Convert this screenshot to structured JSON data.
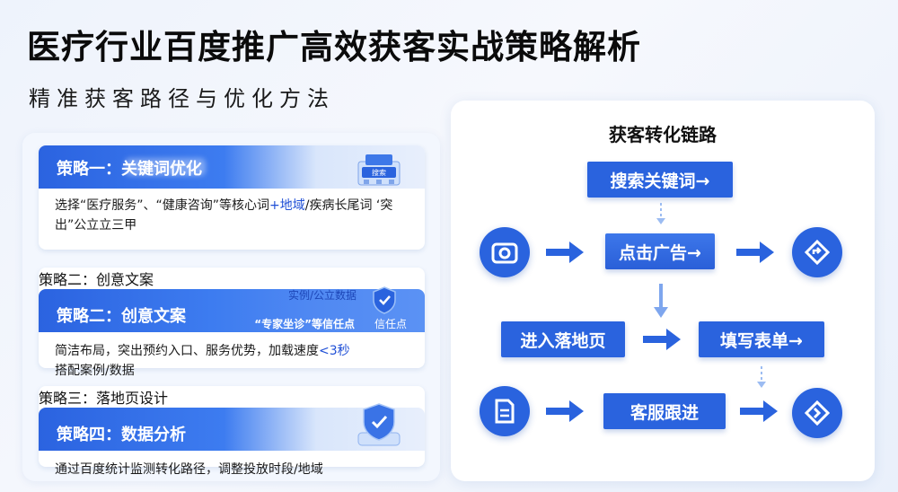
{
  "header": {
    "title": "医疗行业百度推广高效获客实战策略解析",
    "subtitle": "精准获客路径与优化方法"
  },
  "strategies": [
    {
      "label": "策略一：关键词优化",
      "body_parts": [
        "选择“医疗服务”、“健康咨询”等核心词",
        "+地域",
        "/疾病长尾词 ‘突出”公立立三甲"
      ],
      "illustration": "building-icon",
      "illustration_text": "搜索"
    },
    {
      "ghost_label": "策略二：创意文案",
      "label": "策略二：创意文案",
      "tag_top": "实例/公立数据",
      "tag_quote": "“专家坐诊”等信任点",
      "tag_trust": "信任点",
      "body_parts": [
        "简洁布局，突出预约入口、服务优势，加载速度",
        "<3秒",
        "搭配案例/数据"
      ],
      "illustration": "shield-icon"
    },
    {
      "ghost_label": "策略三：落地页设计",
      "label": "策略四：数据分析",
      "body_parts": [
        "通过百度统计监测转化路径，调整投放时段/地域"
      ],
      "illustration": "shield-check-icon"
    }
  ],
  "flow": {
    "title": "获客转化链路",
    "nodes": {
      "search": "搜索关键词→",
      "click": "点击广告→",
      "landing": "进入落地页",
      "form": "填写表单→",
      "service": "客服跟进"
    },
    "icons": {
      "left_top": "camera-icon",
      "right_top": "direction-icon",
      "left_bottom": "document-icon",
      "right_bottom": "chevron-right-icon"
    },
    "accent": "#2a63de"
  }
}
